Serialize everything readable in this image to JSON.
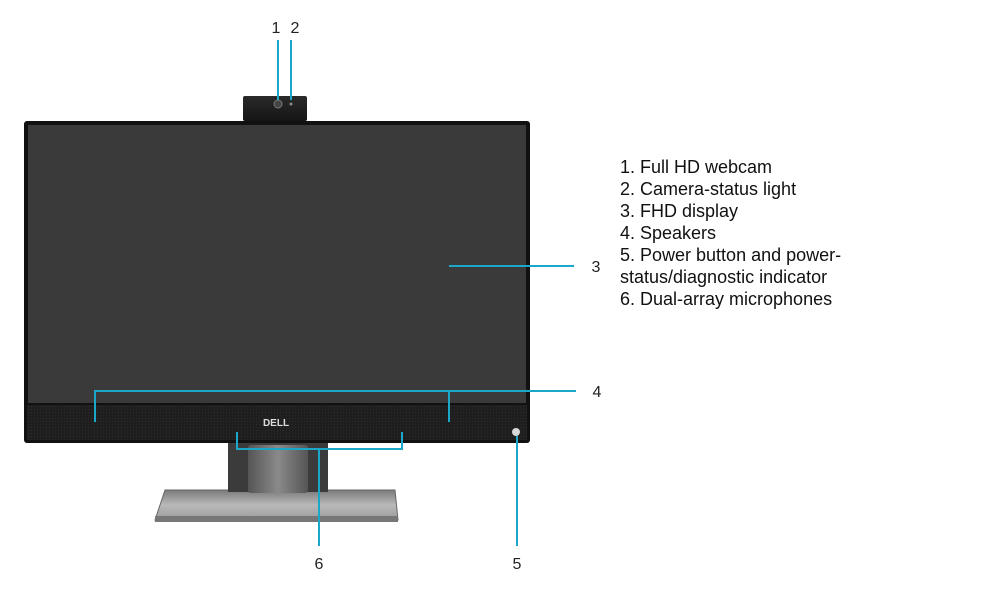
{
  "callouts": [
    {
      "num": "1",
      "label": "Full HD webcam"
    },
    {
      "num": "2",
      "label": "Camera-status light"
    },
    {
      "num": "3",
      "label": "FHD display"
    },
    {
      "num": "4",
      "label": "Speakers"
    },
    {
      "num": "5",
      "label": "Power button and power-status/diagnostic indicator"
    },
    {
      "num": "6",
      "label": "Dual-array microphones"
    }
  ],
  "legend": [
    "1. Full HD webcam",
    "2. Camera-status light",
    "3. FHD display",
    "4. Speakers",
    "5. Power button and power-\nstatus/diagnostic indicator",
    "6. Dual-array microphones"
  ],
  "brand_logo": "DELL",
  "colors": {
    "callout_line": "#1ba7c7",
    "screen": "#3a3a3a",
    "bezel": "#111111",
    "speaker_bar": "#1e1e1e",
    "stand": "#8f8f8f"
  }
}
